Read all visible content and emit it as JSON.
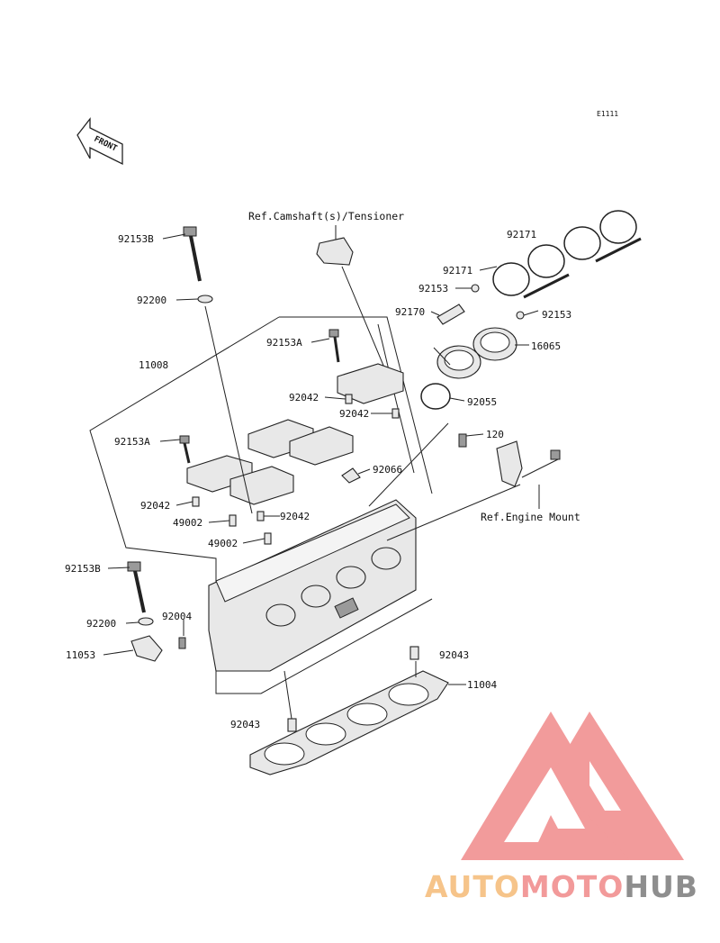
{
  "diagram_code": "E1111",
  "front_label": "FRONT",
  "references": {
    "camshaft": "Ref.Camshaft(s)/Tensioner",
    "engine_mount": "Ref.Engine Mount"
  },
  "callouts": {
    "c92153B_top": "92153B",
    "c92200_top": "92200",
    "c11008": "11008",
    "c92153A_upper": "92153A",
    "c92042_a": "92042",
    "c92042_b": "92042",
    "c92153A_left": "92153A",
    "c92042_c": "92042",
    "c92042_d": "92042",
    "c49002_a": "49002",
    "c49002_b": "49002",
    "c92171_a": "92171",
    "c92171_b": "92171",
    "c92153_a": "92153",
    "c92170": "92170",
    "c92153_b": "92153",
    "c16065": "16065",
    "c92055": "92055",
    "c120": "120",
    "c92066": "92066",
    "c92153B_bottom": "92153B",
    "c92200_bottom": "92200",
    "c92004": "92004",
    "c11053": "11053",
    "c92043_right": "92043",
    "c11004": "11004",
    "c92043_bottom": "92043"
  },
  "watermark": {
    "word_auto": "AUTO",
    "word_moto": "MOTO",
    "word_hub": "HUB",
    "colors": {
      "auto": "#f6c48a",
      "moto": "#f29a9a",
      "hub": "#8e8e8e",
      "logo": "#f08a8a"
    }
  }
}
